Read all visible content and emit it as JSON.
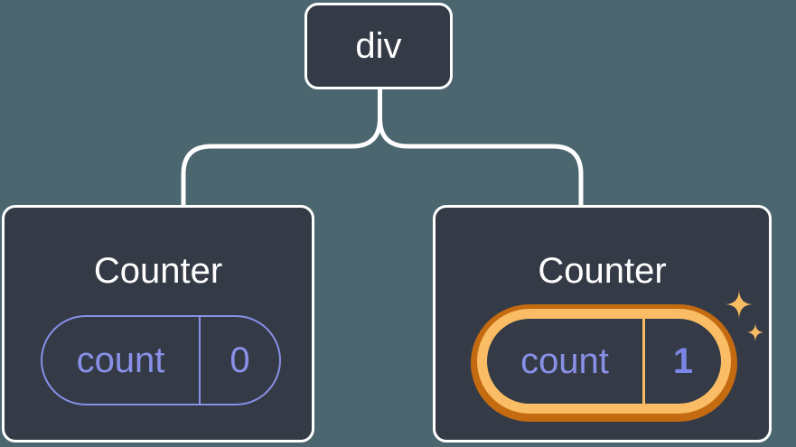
{
  "diagram": {
    "description": "React component tree diagram: a div root with two Counter children; the second Counter's state pill is highlighted (state updated) with sparkles",
    "root": {
      "label": "div"
    },
    "children": [
      {
        "title": "Counter",
        "state_key": "count",
        "state_value": "0",
        "highlighted": false
      },
      {
        "title": "Counter",
        "state_key": "count",
        "state_value": "1",
        "highlighted": true
      }
    ]
  },
  "icons": {
    "sparkles": "✦✦"
  },
  "colors": {
    "background": "#4c666f",
    "node_fill": "#343a46",
    "node_border": "#ffffff",
    "connector": "#ffffff",
    "state_purple": "#8890e8",
    "highlight_orange_dark": "#c46a11",
    "highlight_orange_light": "#fabd66",
    "text_white": "#ffffff"
  }
}
